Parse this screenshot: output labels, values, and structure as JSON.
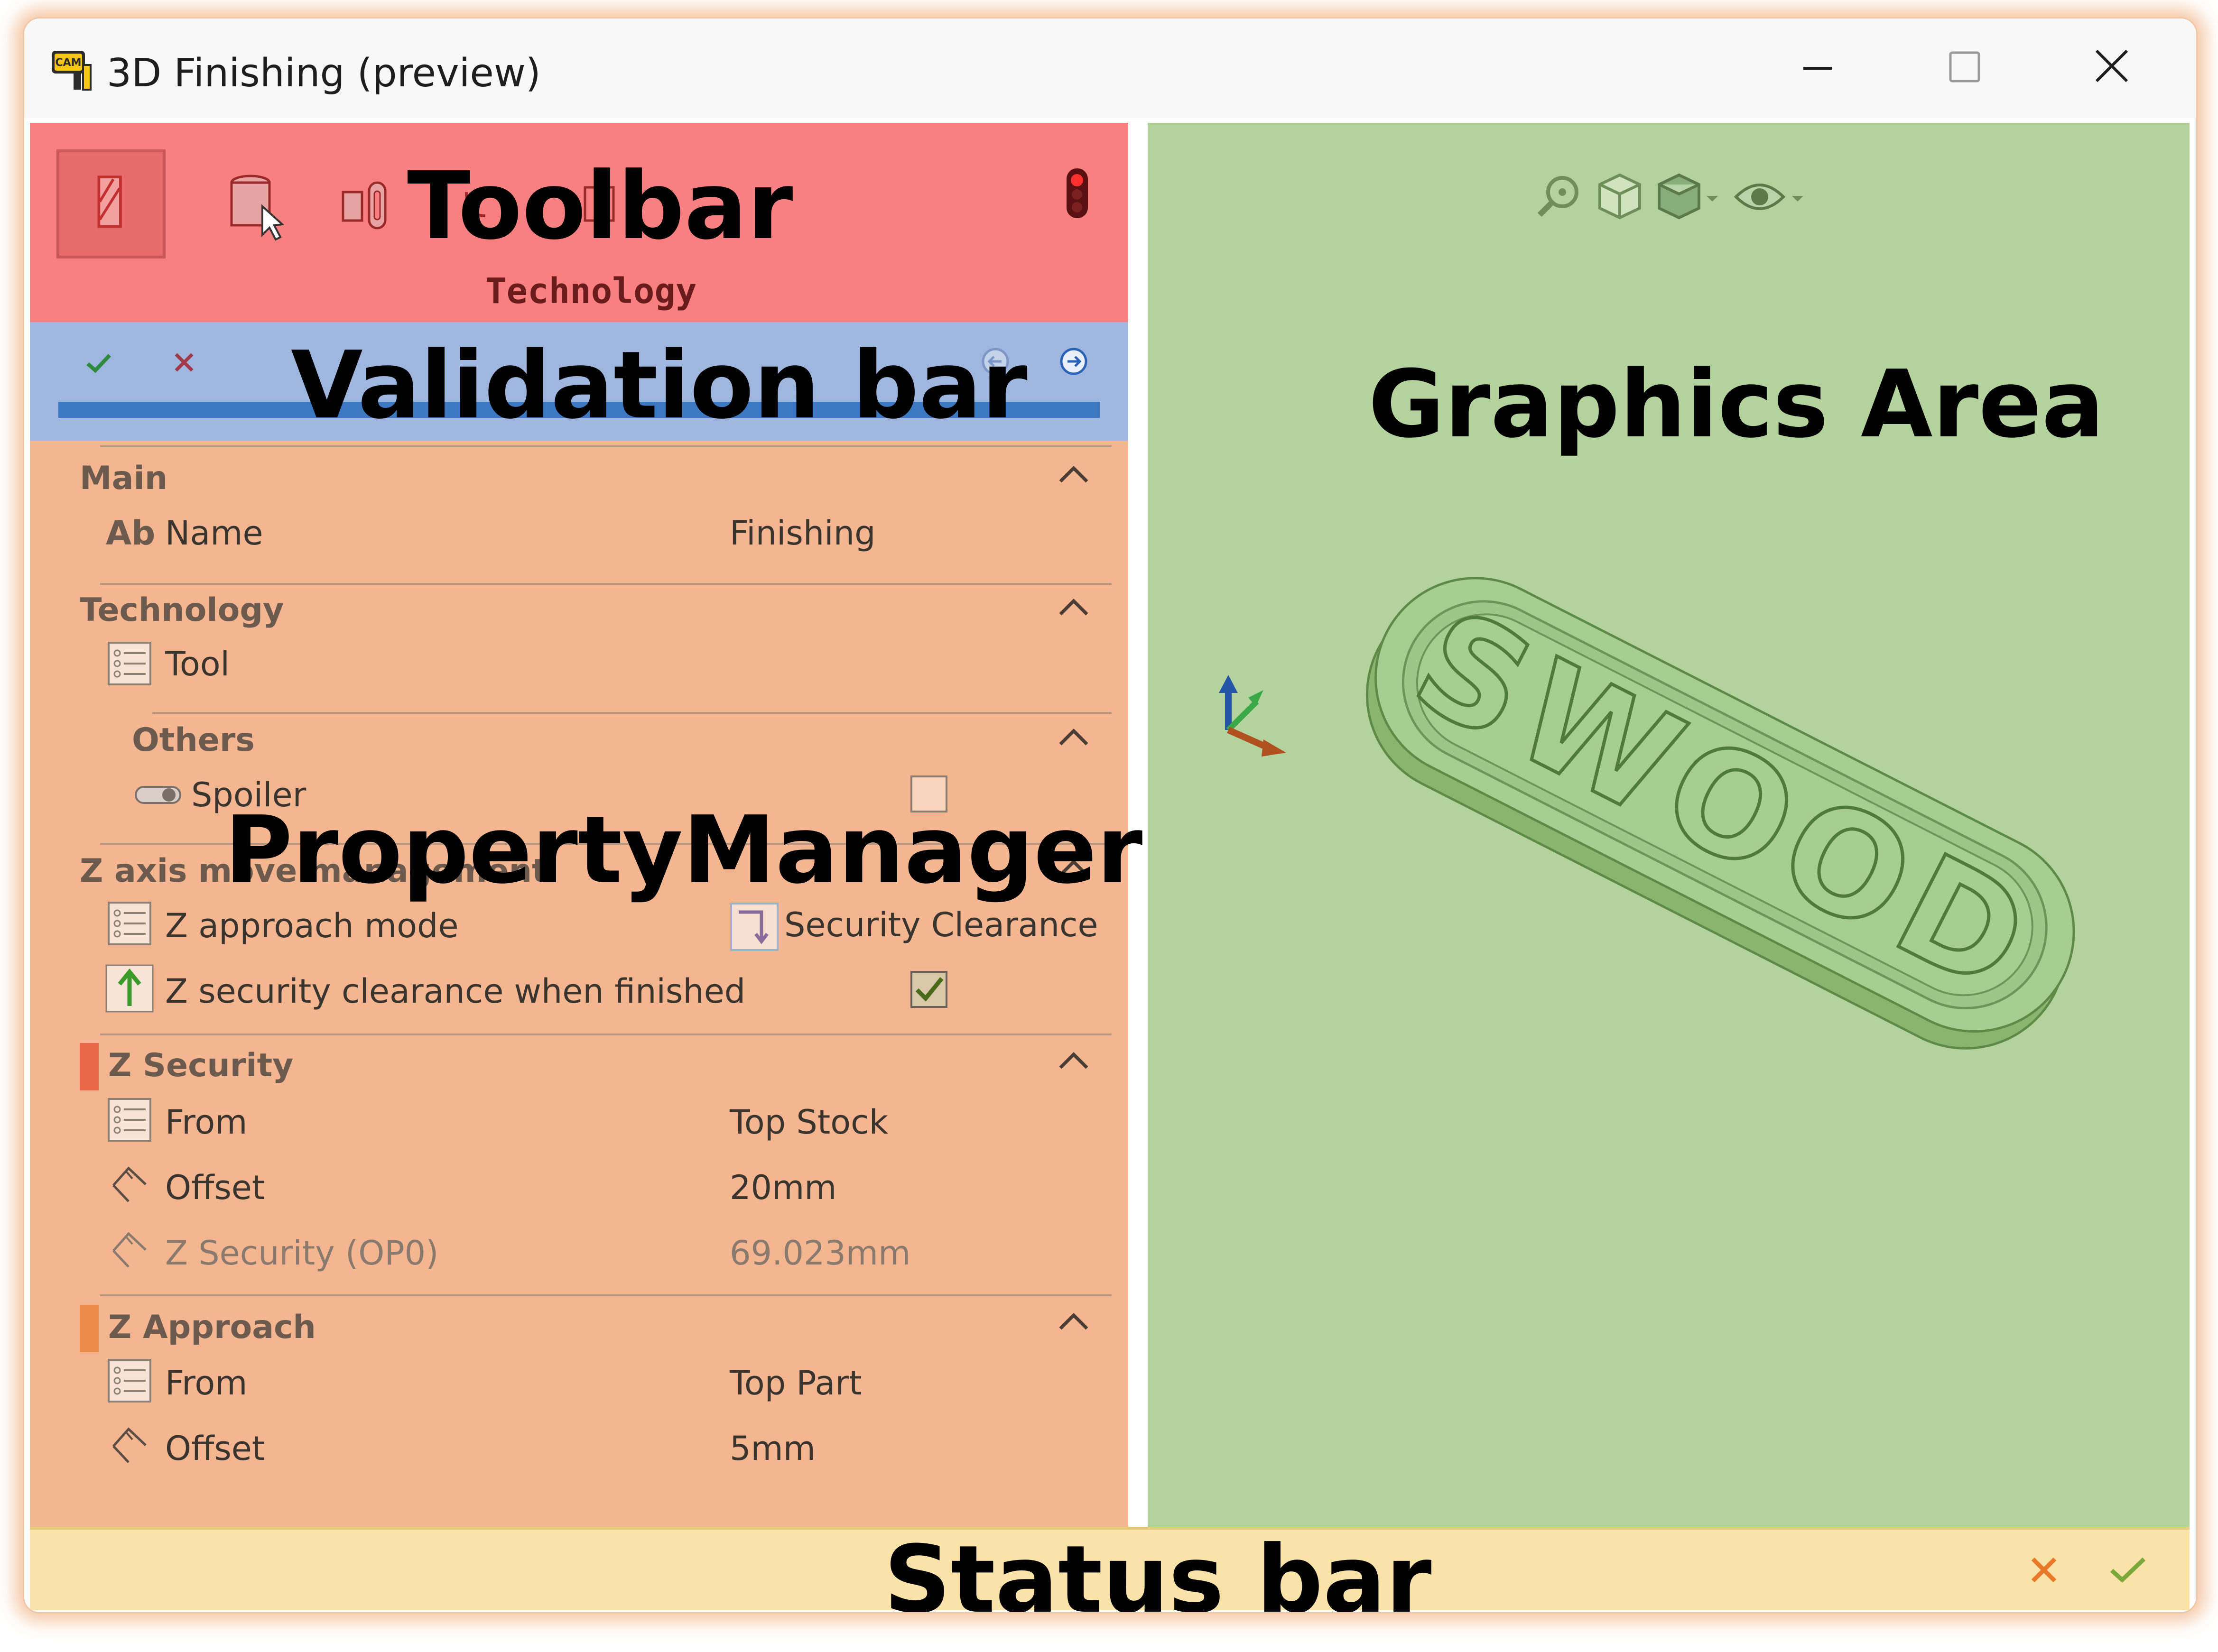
{
  "window": {
    "title": "3D Finishing (preview)"
  },
  "toolbar": {
    "overlay_label": "Toolbar",
    "active_tab_label": "Technology",
    "alert_color": "#e02020"
  },
  "validation_bar": {
    "overlay_label": "Validation bar"
  },
  "property_manager": {
    "overlay_label": "PropertyManager",
    "main": {
      "header": "Main",
      "name_label": "Name",
      "name_value": "Finishing",
      "name_icon_text": "Ab"
    },
    "technology": {
      "header": "Technology",
      "tool_label": "Tool"
    },
    "others": {
      "header": "Others",
      "spoiler_label": "Spoiler",
      "spoiler_checked": false
    },
    "z_axis": {
      "header": "Z axis move management",
      "approach_mode_label": "Z approach mode",
      "approach_mode_value": "Security Clearance",
      "clearance_finished_label": "Z security clearance when finished",
      "clearance_finished_checked": true
    },
    "z_security": {
      "header": "Z Security",
      "from_label": "From",
      "from_value": "Top Stock",
      "offset_label": "Offset",
      "offset_value": "20mm",
      "op_label": "Z Security (OP0)",
      "op_value": "69.023mm"
    },
    "z_approach": {
      "header": "Z Approach",
      "from_label": "From",
      "from_value": "Top Part",
      "offset_label": "Offset",
      "offset_value": "5mm"
    }
  },
  "graphics_area": {
    "overlay_label": "Graphics Area",
    "model_text": "SWOOD"
  },
  "status_bar": {
    "overlay_label": "Status bar"
  },
  "colors": {
    "toolbar_bg": "#f88080",
    "validation_bg": "#9fb6df",
    "property_manager_bg": "#f3b690",
    "graphics_bg": "#b4d29e",
    "status_bg": "#fae3a9"
  }
}
